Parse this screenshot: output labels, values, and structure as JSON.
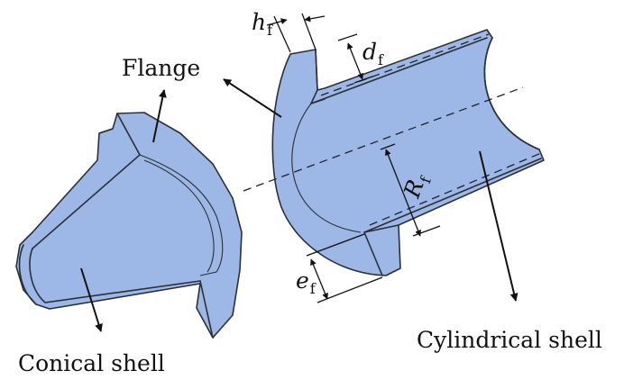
{
  "labels": {
    "flange": "Flange",
    "conical_shell": "Conical shell",
    "cylindrical_shell": "Cylindrical shell"
  },
  "dimensions": {
    "h": {
      "symbol": "h",
      "subscript": "f"
    },
    "d": {
      "symbol": "d",
      "subscript": "f"
    },
    "R": {
      "symbol": "R",
      "subscript": "f"
    },
    "e": {
      "symbol": "e",
      "subscript": "f"
    }
  },
  "colors": {
    "part_fill": "#9db8e6",
    "outline": "#2b2f36"
  }
}
